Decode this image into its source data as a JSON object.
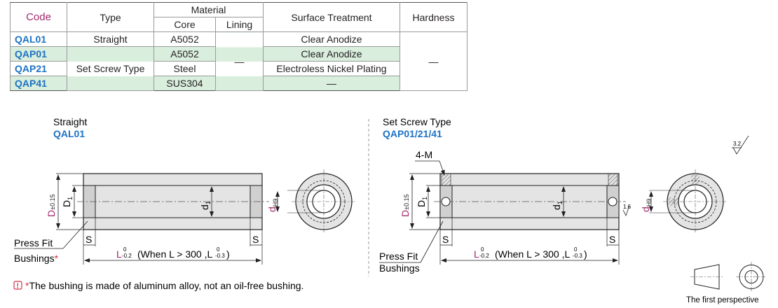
{
  "table": {
    "headers": {
      "code": "Code",
      "type": "Type",
      "material": "Material",
      "core": "Core",
      "lining": "Lining",
      "surface": "Surface Treatment",
      "hardness": "Hardness"
    },
    "rows": [
      {
        "code": "QAL01",
        "core": "A5052",
        "surface": "Clear Anodize"
      },
      {
        "code": "QAP01",
        "core": "A5052",
        "surface": "Clear Anodize"
      },
      {
        "code": "QAP21",
        "core": "Steel",
        "surface": "Electroless Nickel Plating"
      },
      {
        "code": "QAP41",
        "core": "SUS304",
        "surface": "—"
      }
    ],
    "type_straight": "Straight",
    "type_setscrew": "Set Screw Type",
    "lining_dash": "—",
    "hardness_dash": "—"
  },
  "left": {
    "title": "Straight",
    "code": "QAL01",
    "dim_D": "D",
    "dim_D_tol": "±0.15",
    "dim_D1": "D",
    "dim_D1_sub": "1",
    "dim_d1": "d",
    "dim_d1_sub": "1",
    "dim_dH9": "d",
    "dim_dH9_sub": "H9",
    "dim_S": "S",
    "dim_L": "L",
    "dim_L_tol_top": "0",
    "dim_L_tol_bot": "-0.2",
    "dim_L_note": "(When L > 300 ,L",
    "dim_L_note_top": "0",
    "dim_L_note_bot": "-0.3",
    "dim_L_note_end": ")",
    "label_press_fit": "Press Fit",
    "label_bushings": "Bushings",
    "label_asterisk": "*"
  },
  "right": {
    "title": "Set Screw Type",
    "code": "QAP01/21/41",
    "label_4M": "4-M",
    "dim_D": "D",
    "dim_D_tol": "±0.15",
    "dim_D1": "D",
    "dim_D1_sub": "1",
    "dim_d1": "d",
    "dim_d1_sub": "1",
    "dim_dH9": "d",
    "dim_dH9_sub": "H9",
    "roughness_16": "1.6",
    "roughness_32": "3.2",
    "dim_S": "S",
    "dim_L": "L",
    "dim_L_tol_top": "0",
    "dim_L_tol_bot": "-0.2",
    "dim_L_note": "(When L > 300 ,L",
    "dim_L_note_top": "0",
    "dim_L_note_bot": "-0.3",
    "dim_L_note_end": ")",
    "label_press_fit": "Press Fit",
    "label_bushings": "Bushings"
  },
  "note": {
    "asterisk": "*",
    "text": "The bushing is made of aluminum alloy, not an oil-free bushing."
  },
  "projection_label": "The first perspective",
  "colors": {
    "code_blue": "#1d72c4",
    "header_magenta": "#a3286e",
    "row_green": "#d9eedd",
    "part_fill": "#e4e4e4",
    "note_red": "#d0314a"
  }
}
